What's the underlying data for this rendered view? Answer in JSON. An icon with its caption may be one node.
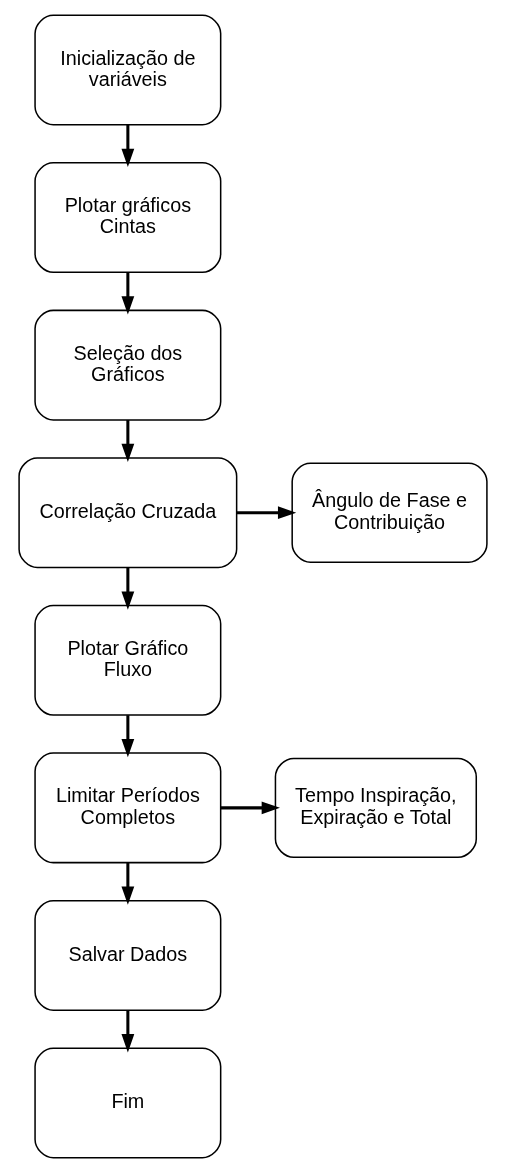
{
  "diagram": {
    "nodes": [
      {
        "text": [
          "Inicialização de variáveis"
        ]
      },
      {
        "text": [
          "Plotar gráficos Cintas"
        ]
      },
      {
        "text": [
          "Seleção dos Gráficos"
        ]
      },
      {
        "text": [
          "Correlação Cruzada"
        ]
      },
      {
        "text": [
          "Ângulo de Fase e Contribuição"
        ]
      },
      {
        "text": [
          "Plotar Gráfico Fluxo"
        ]
      },
      {
        "text": [
          "Limitar Períodos Completos"
        ]
      },
      {
        "text": [
          "Tempo Inspiração, Expiração e Total"
        ]
      },
      {
        "text": [
          "Salvar Dados"
        ]
      },
      {
        "text": [
          "Fim"
        ]
      }
    ],
    "edges": [
      {
        "from": 0,
        "to": 1,
        "arrow": "to"
      },
      {
        "from": 1,
        "to": 2,
        "arrow": "to"
      },
      {
        "from": 2,
        "to": 3,
        "arrow": "to"
      },
      {
        "from": 3,
        "to": 4,
        "arrow": "to"
      },
      {
        "from": 3,
        "to": 5,
        "arrow": "to"
      },
      {
        "from": 5,
        "to": 6,
        "arrow": "to"
      },
      {
        "from": 6,
        "to": 7,
        "arrow": "to"
      },
      {
        "from": 6,
        "to": 8,
        "arrow": "to"
      },
      {
        "from": 8,
        "to": 9,
        "arrow": "to"
      }
    ]
  }
}
